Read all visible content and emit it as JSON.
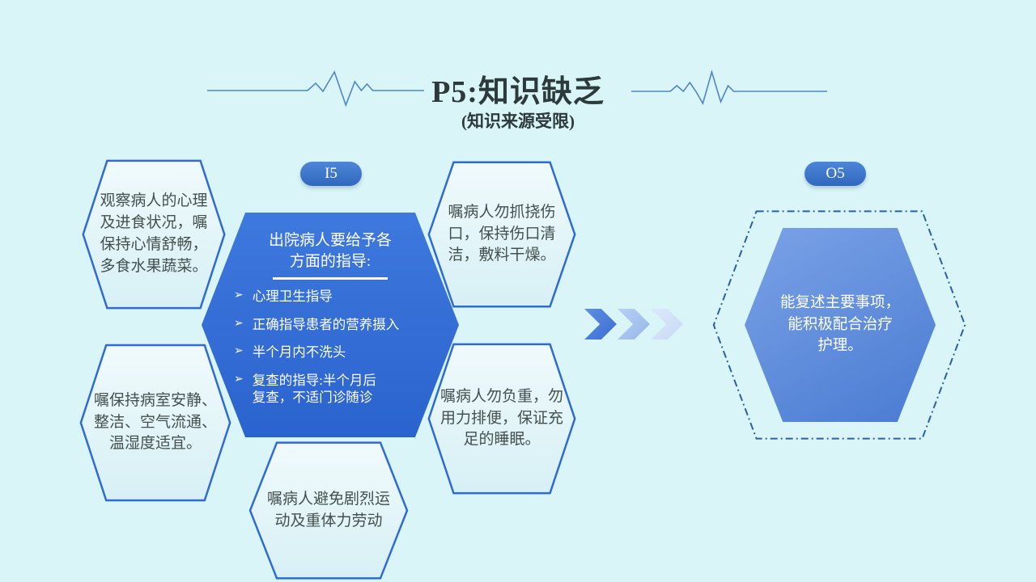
{
  "slide": {
    "title": "P5:知识缺乏",
    "subtitle": "(知识来源受限)",
    "badges": {
      "left": "I5",
      "right": "O5"
    },
    "colors": {
      "background": "#d9f5f7",
      "hex_outline_blue": "#2f6bd5",
      "center_hex_blue": "#2e6bd7",
      "outcome_hex_blue": "#5a8ade",
      "badge_blue": "#3b74c9",
      "ekg_line_blue": "#4f86c9",
      "dark_text": "#44504f"
    }
  },
  "hexagons": {
    "top_left": {
      "text": "观察病人的心理\n及进食状况，嘱\n保持心情舒畅，\n多食水果蔬菜。"
    },
    "bottom_left": {
      "text": "嘱保持病室安静、\n整洁、空气流通、\n温湿度适宜。"
    },
    "top_right": {
      "text": "嘱病人勿抓挠伤\n口，保持伤口清\n洁，敷料干燥。"
    },
    "bottom_right": {
      "text": "嘱病人勿负重，勿\n用力排便，保证充\n足的睡眠。"
    },
    "bottom_center": {
      "text": "嘱病人避免剧烈运\n动及重体力劳动"
    }
  },
  "intervention": {
    "heading": "出院病人要给予各\n方面的指导:",
    "bullet_marker": "➢",
    "bullets": [
      "心理卫生指导",
      "正确指导患者的营养摄入",
      "半个月内不洗头",
      "复查的指导:半个月后\n复查，不适门诊随诊"
    ]
  },
  "outcome": {
    "text": "能复述主要事项，\n能积极配合治疗\n护理。"
  }
}
